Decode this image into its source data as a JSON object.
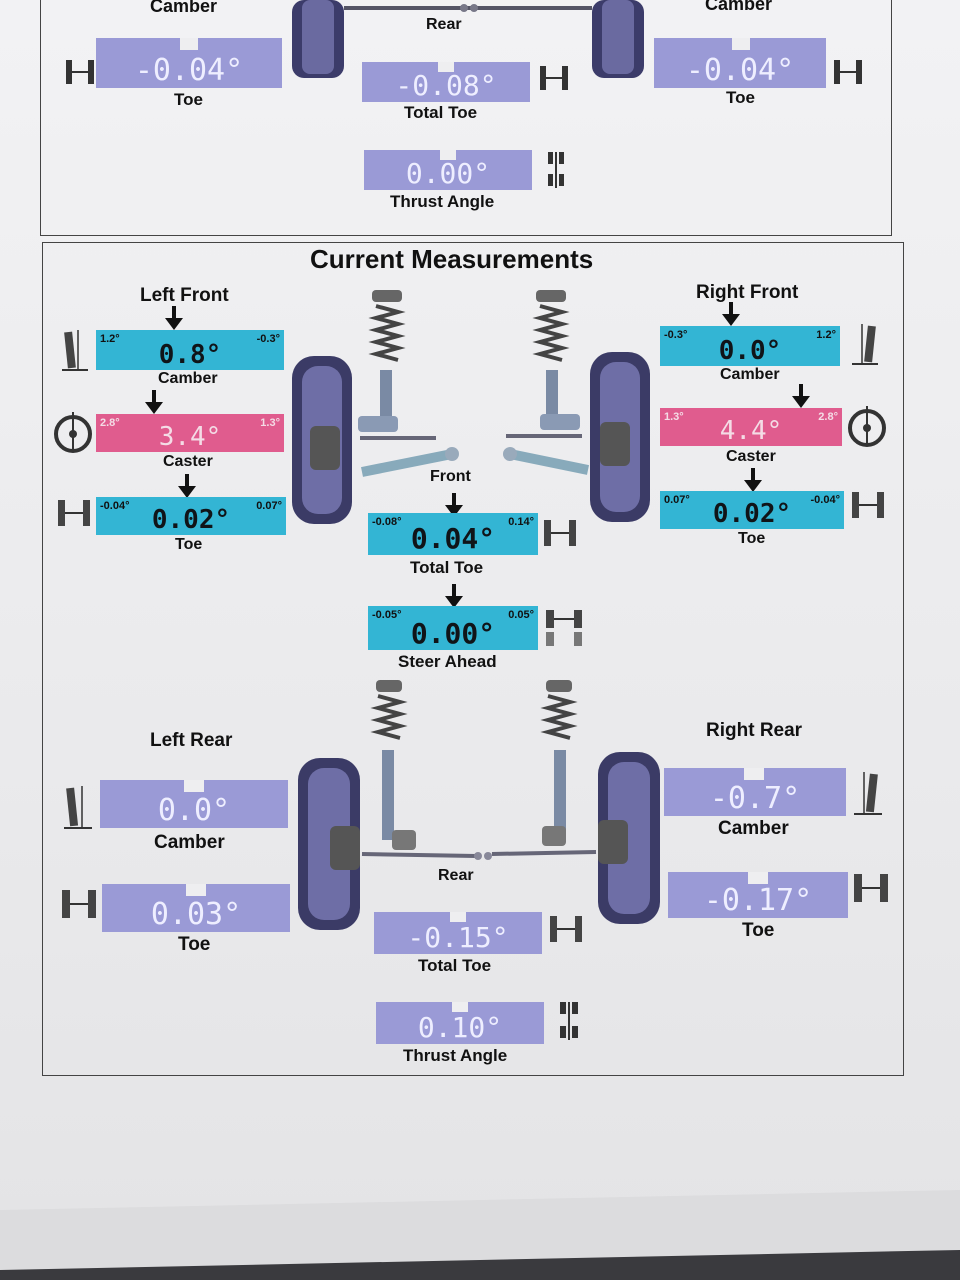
{
  "top_section": {
    "left_camber_label": "Camber",
    "right_camber_label": "Camber",
    "rear_label": "Rear",
    "left_toe_value": "-0.04°",
    "left_toe_label": "Toe",
    "total_toe_value": "-0.08°",
    "total_toe_label": "Total Toe",
    "right_toe_value": "-0.04°",
    "right_toe_label": "Toe",
    "thrust_value": "0.00°",
    "thrust_label": "Thrust Angle"
  },
  "current": {
    "title": "Current Measurements",
    "front_label": "Front",
    "rear_label": "Rear",
    "left_front": {
      "title": "Left Front",
      "camber": {
        "label": "Camber",
        "value": "0.8°",
        "min": "1.2°",
        "max": "-0.3°"
      },
      "caster": {
        "label": "Caster",
        "value": "3.4°",
        "min": "2.8°",
        "max": "1.3°"
      },
      "toe": {
        "label": "Toe",
        "value": "0.02°",
        "min": "-0.04°",
        "max": "0.07°"
      }
    },
    "right_front": {
      "title": "Right Front",
      "camber": {
        "label": "Camber",
        "value": "0.0°",
        "min": "-0.3°",
        "max": "1.2°"
      },
      "caster": {
        "label": "Caster",
        "value": "4.4°",
        "min": "1.3°",
        "max": "2.8°"
      },
      "toe": {
        "label": "Toe",
        "value": "0.02°",
        "min": "0.07°",
        "max": "-0.04°"
      }
    },
    "front_total_toe": {
      "label": "Total Toe",
      "value": "0.04°",
      "min": "-0.08°",
      "max": "0.14°"
    },
    "steer_ahead": {
      "label": "Steer Ahead",
      "value": "0.00°",
      "min": "-0.05°",
      "max": "0.05°"
    },
    "left_rear": {
      "title": "Left Rear",
      "camber": {
        "label": "Camber",
        "value": "0.0°"
      },
      "toe": {
        "label": "Toe",
        "value": "0.03°"
      }
    },
    "right_rear": {
      "title": "Right Rear",
      "camber": {
        "label": "Camber",
        "value": "-0.7°"
      },
      "toe": {
        "label": "Toe",
        "value": "-0.17°"
      }
    },
    "rear_total_toe": {
      "label": "Total Toe",
      "value": "-0.15°"
    },
    "thrust_angle": {
      "label": "Thrust Angle",
      "value": "0.10°"
    }
  },
  "colors": {
    "in_spec": "#33b5d4",
    "out_of_spec": "#e05c8e",
    "no_spec": "#9a9ad6"
  },
  "icons": [
    "camber-icon",
    "caster-icon",
    "toe-icon",
    "total-toe-icon",
    "steer-ahead-icon",
    "thrust-angle-icon",
    "suspension-illustration"
  ]
}
